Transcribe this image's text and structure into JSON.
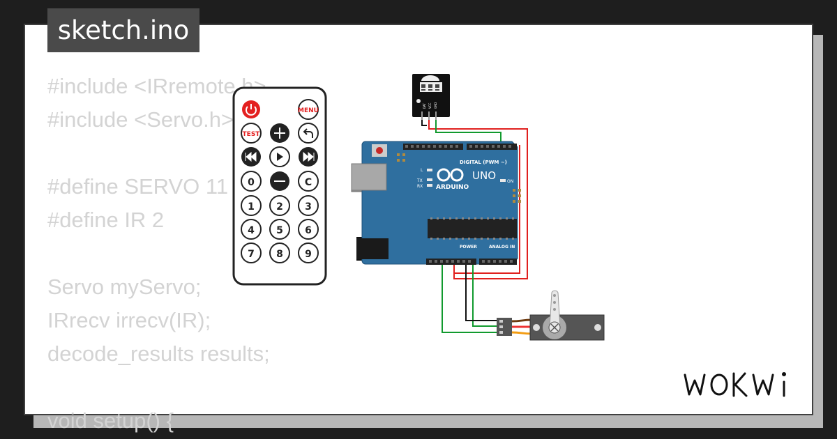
{
  "header": {
    "filename": "sketch.ino"
  },
  "code_lines": [
    "#include <IRremote.h>",
    "#include <Servo.h>",
    "",
    "#define SERVO 11",
    "#define IR 2",
    "",
    "Servo myServo;",
    "IRrecv irrecv(IR);",
    "decode_results results;",
    "",
    "void setup() {"
  ],
  "remote": {
    "buttons": [
      "",
      "MENU",
      "TEST",
      "",
      "",
      "",
      "",
      "",
      "0",
      "",
      "C",
      "1",
      "2",
      "3",
      "4",
      "5",
      "6",
      "7",
      "8",
      "9"
    ]
  },
  "arduino": {
    "model": "UNO",
    "brand": "ARDUINO",
    "digital_label": "DIGITAL (PWM ~)",
    "power_label": "POWER",
    "analog_label": "ANALOG IN",
    "on_label": "ON",
    "led_labels": [
      "L",
      "TX",
      "RX"
    ]
  },
  "ir_receiver": {
    "pins": [
      "DAT",
      "VCC",
      "GND"
    ]
  },
  "brand_logo": "WOKWI",
  "colors": {
    "background": "#1e1e1e",
    "card": "#ffffff",
    "code_text": "#d3d3d3",
    "board": "#2f6f9f",
    "wire_red": "#e0201e",
    "wire_green": "#119a2e",
    "wire_black": "#111111"
  }
}
